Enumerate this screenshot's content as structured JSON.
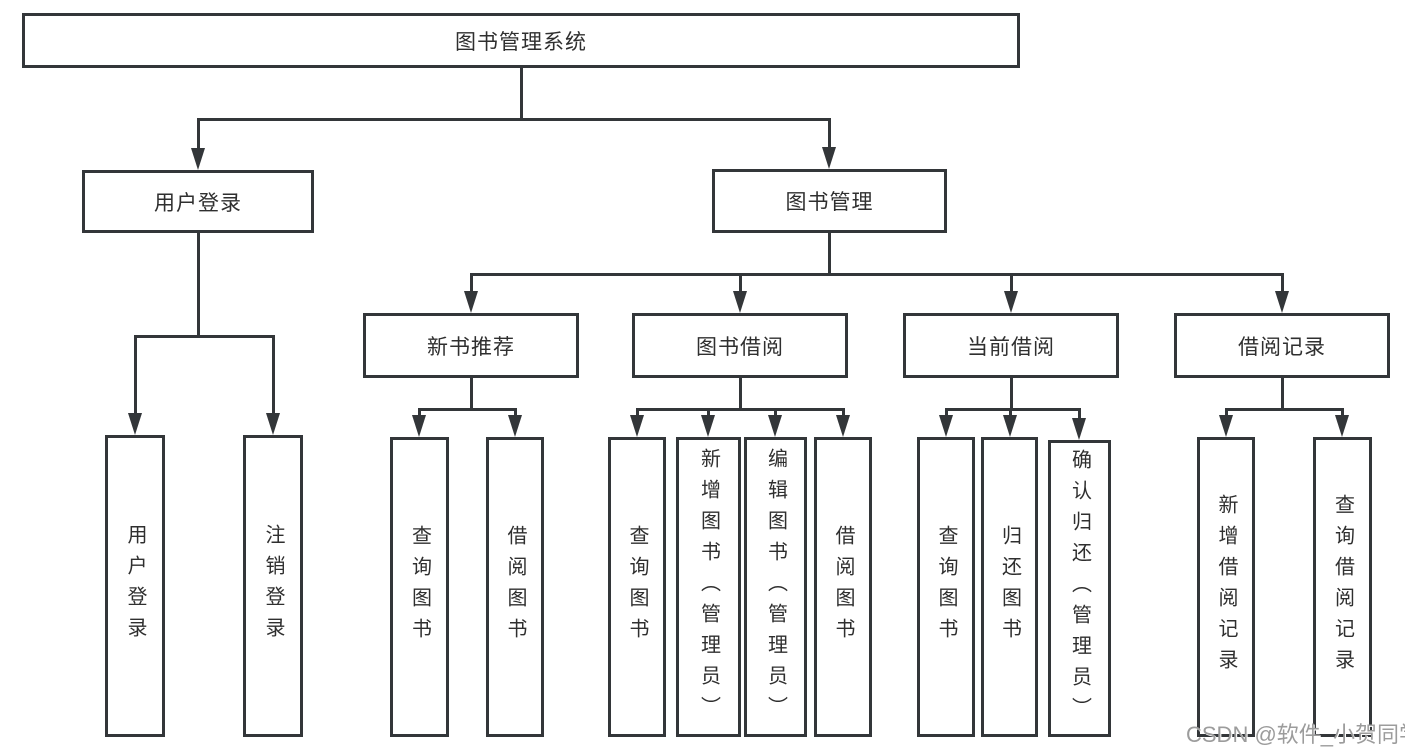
{
  "diagram": {
    "root_label": "图书管理系统",
    "branches": [
      {
        "label": "用户登录",
        "children": [
          {
            "label": "用户登录"
          },
          {
            "label": "注销登录"
          }
        ]
      },
      {
        "label": "图书管理",
        "children": [
          {
            "label": "新书推荐",
            "children": [
              {
                "label": "查询图书"
              },
              {
                "label": "借阅图书"
              }
            ]
          },
          {
            "label": "图书借阅",
            "children": [
              {
                "label": "查询图书"
              },
              {
                "label": "新增图书（管理员）"
              },
              {
                "label": "编辑图书（管理员）"
              },
              {
                "label": "借阅图书"
              }
            ]
          },
          {
            "label": "当前借阅",
            "children": [
              {
                "label": "查询图书"
              },
              {
                "label": "归还图书"
              },
              {
                "label": "确认归还（管理员）"
              }
            ]
          },
          {
            "label": "借阅记录",
            "children": [
              {
                "label": "新增借阅记录"
              },
              {
                "label": "查询借阅记录"
              }
            ]
          }
        ]
      }
    ],
    "watermark": "CSDN @软件_小贺同学",
    "colors": {
      "line": "#333639",
      "text": "#2f2f2f",
      "watermark": "#9c9c9c",
      "background": "#ffffff"
    }
  }
}
